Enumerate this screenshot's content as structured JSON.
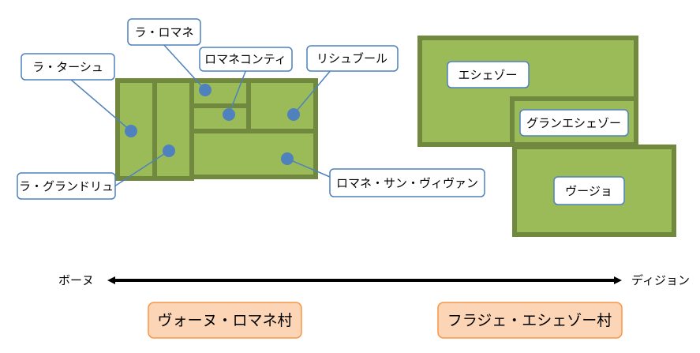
{
  "colors": {
    "plot_fill": "#9bbb59",
    "plot_border": "#71893f",
    "callout_border": "#4f81bd",
    "marker": "#4f81bd",
    "village_fill": "#fbd5b5",
    "village_border": "#f79646",
    "axis": "#000000"
  },
  "vosne_callouts": {
    "la_tache": "ラ・ターシュ",
    "la_romanee": "ラ・ロマネ",
    "romanee_conti": "ロマネコンティ",
    "richebourg": "リシュブール",
    "la_grande_rue": "ラ・グランドリュ",
    "romanee_st_vivant": "ロマネ・サン・ヴィヴァン"
  },
  "flagey_callouts": {
    "echezeaux": "エシェゾー",
    "grands_echezeaux": "グランエシェゾー",
    "vougeot": "ヴージョ"
  },
  "axis": {
    "left_label": "ボーヌ",
    "right_label": "ディジョン"
  },
  "villages": {
    "vosne_romanee": "ヴォーヌ・ロマネ村",
    "flagey_echezeaux": "フラジェ・エシェゾー村"
  }
}
